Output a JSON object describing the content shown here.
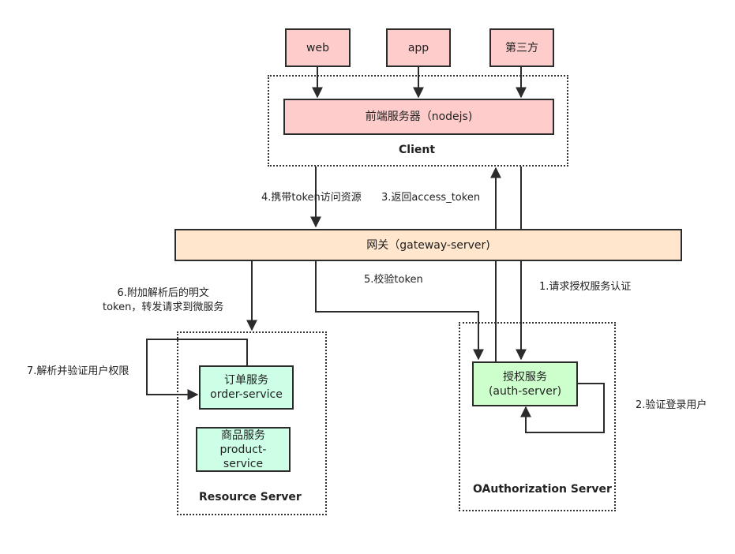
{
  "nodes": {
    "web": "web",
    "app": "app",
    "third_party": "第三方",
    "frontend": "前端服务器（nodejs)",
    "gateway": "网关（gateway-server)",
    "order_service": [
      "订单服务",
      "order-service"
    ],
    "product_service": [
      "商品服务",
      "product-",
      "service"
    ],
    "auth_service": [
      "授权服务",
      "(auth-server)"
    ]
  },
  "groups": {
    "client": "Client",
    "resource_server": "Resource  Server",
    "oauth_server": "OAuthorization Server"
  },
  "edges": {
    "step1": "1.请求授权服务认证",
    "step2": "2.验证登录用户",
    "step3": "3.返回access_token",
    "step4": "4.携带token访问资源",
    "step5": "5.校验token",
    "step6": [
      "6.附加解析后的明文",
      "token，转发请求到微服务"
    ],
    "step7": "7.解析并验证用户权限"
  },
  "colors": {
    "client_nodes": "#ffcccc",
    "gateway": "#ffe6cc",
    "auth_service": "#ccffcc",
    "resource_services": "#ccffe6",
    "stroke": "#2b2b2b"
  }
}
